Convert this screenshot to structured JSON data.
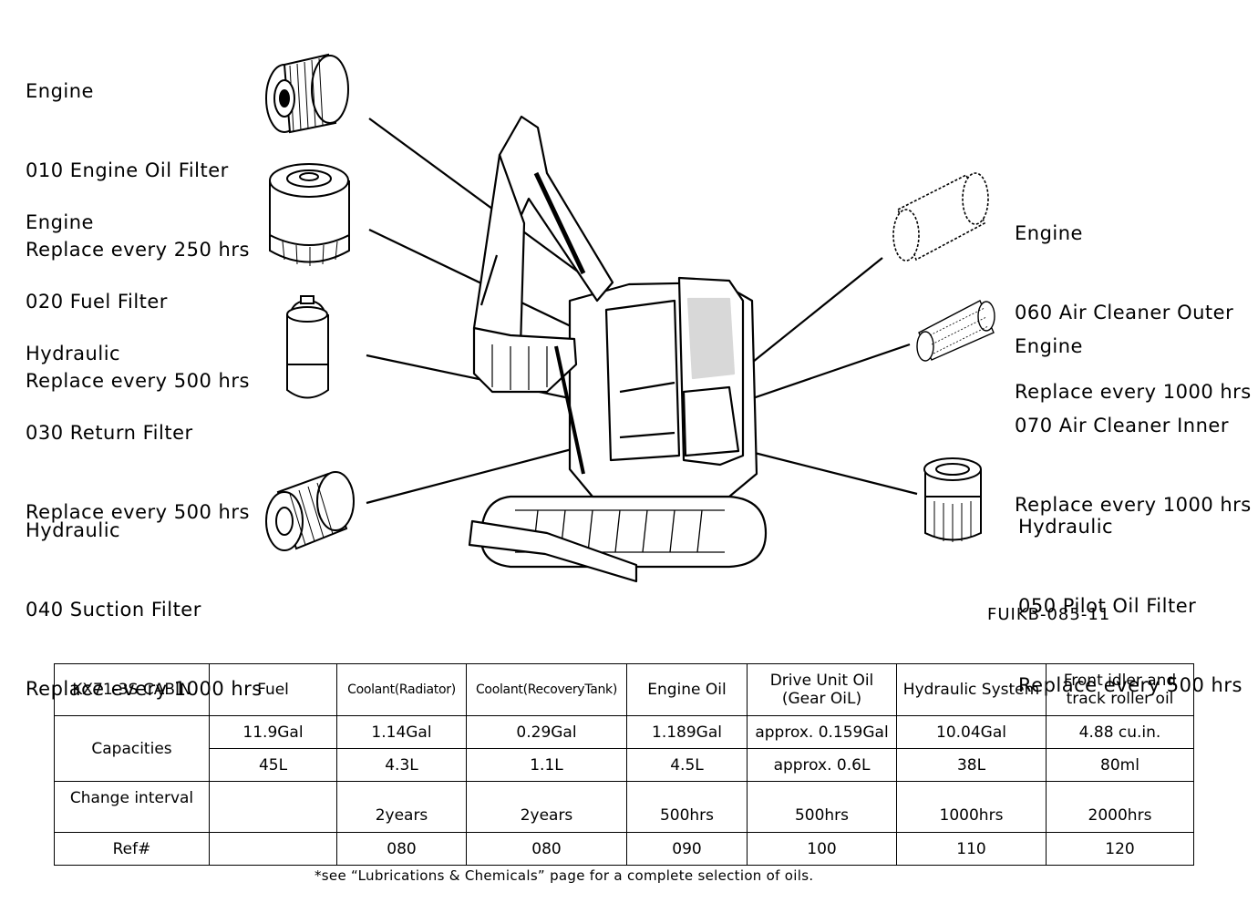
{
  "filters": [
    {
      "category": "Engine",
      "name": "010 Engine Oil Filter",
      "interval": "Replace every 250 hrs"
    },
    {
      "category": "Engine",
      "name": "020 Fuel Filter",
      "interval": "Replace every 500 hrs"
    },
    {
      "category": "Hydraulic",
      "name": "030 Return Filter",
      "interval": "Replace every 500 hrs"
    },
    {
      "category": "Hydraulic",
      "name": "040 Suction Filter",
      "interval": "Replace every 1000 hrs"
    },
    {
      "category": "Engine",
      "name": "060 Air Cleaner Outer",
      "interval": "Replace every 1000 hrs"
    },
    {
      "category": "Engine",
      "name": "070 Air Cleaner Inner",
      "interval": "Replace every 1000 hrs"
    },
    {
      "category": "Hydraulic",
      "name": "050 Pilot Oil Filter",
      "interval": "Replace every 500 hrs"
    }
  ],
  "figure_code": "FUIKB-085-11",
  "table": {
    "model": "KX71-3S CABIN",
    "columns": [
      {
        "line1": "Fuel",
        "line2": ""
      },
      {
        "line1": "Coolant(Radiator)",
        "line2": ""
      },
      {
        "line1": "Coolant(RecoveryTank)",
        "line2": ""
      },
      {
        "line1": "Engine Oil",
        "line2": ""
      },
      {
        "line1": "Drive Unit Oil",
        "line2": "(Gear OiL)"
      },
      {
        "line1": "Hydraulic System",
        "line2": ""
      },
      {
        "line1": "Front idler and",
        "line2": "track roller oil"
      }
    ],
    "capacities_label": "Capacities",
    "capacities_us": [
      "11.9Gal",
      "1.14Gal",
      "0.29Gal",
      "1.189Gal",
      "approx. 0.159Gal",
      "10.04Gal",
      "4.88 cu.in."
    ],
    "capacities_metric": [
      "45L",
      "4.3L",
      "1.1L",
      "4.5L",
      "approx. 0.6L",
      "38L",
      "80ml"
    ],
    "change_label": "Change interval",
    "change_interval": [
      "",
      "2years",
      "2years",
      "500hrs",
      "500hrs",
      "1000hrs",
      "2000hrs"
    ],
    "ref_label": "Ref#",
    "ref": [
      "",
      "080",
      "080",
      "090",
      "100",
      "110",
      "120"
    ]
  },
  "footnote": "*see “Lubrications & Chemicals” page for a complete selection of oils."
}
